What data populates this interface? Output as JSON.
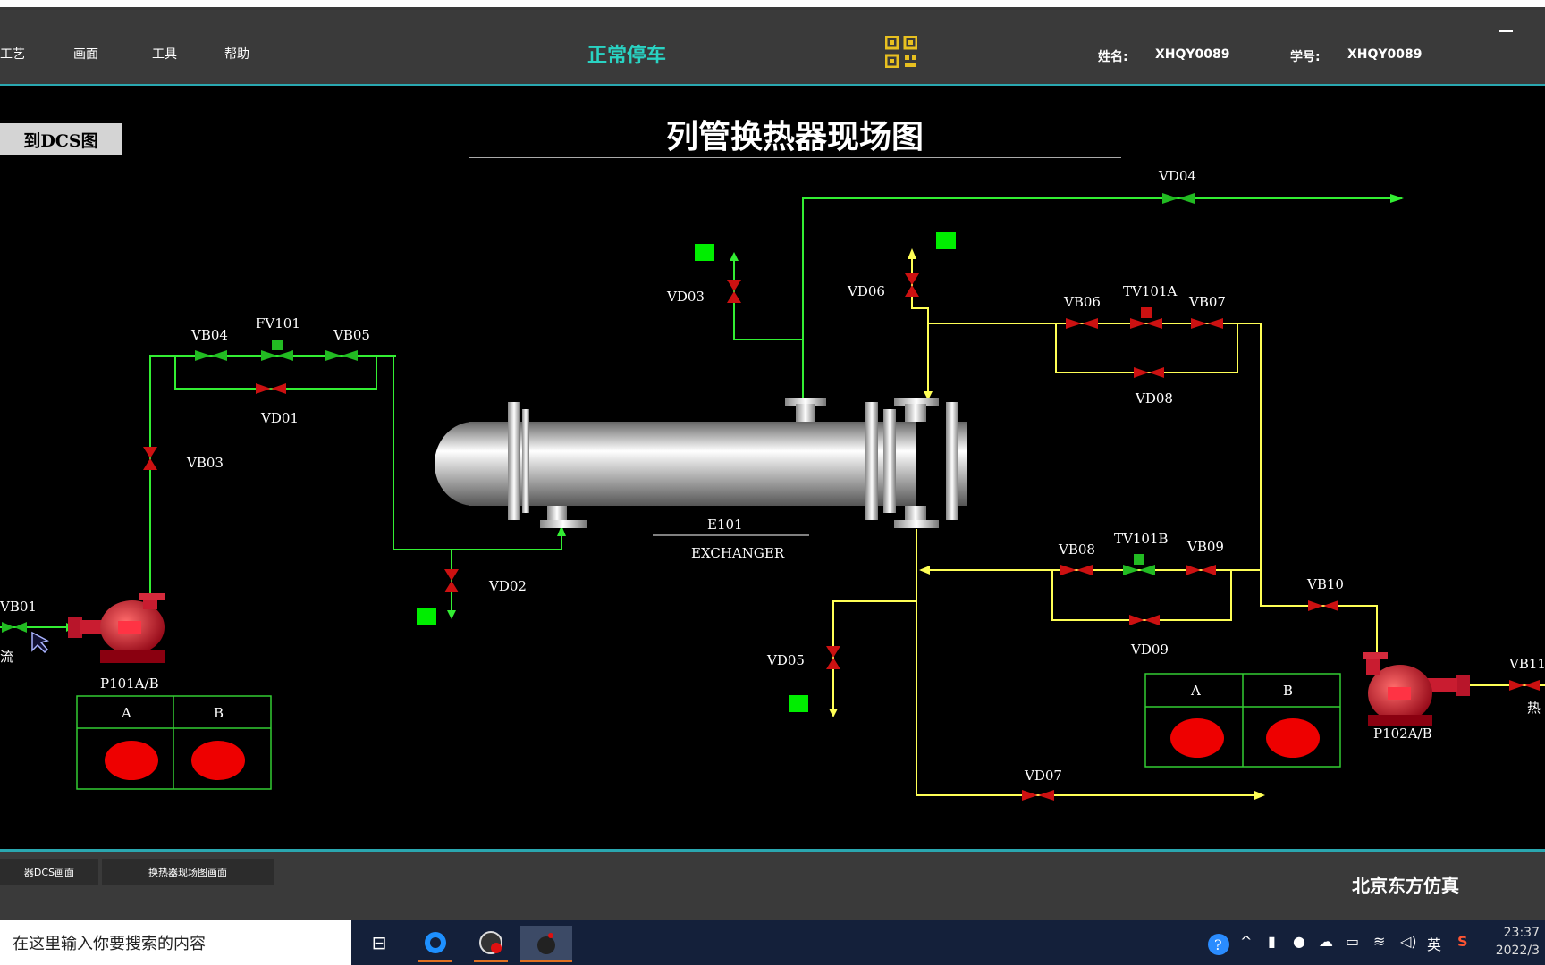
{
  "menu": [
    "工艺",
    "画面",
    "工具",
    "帮助"
  ],
  "status": "正常停车",
  "user": {
    "name_label": "姓名:",
    "name_value": "XHQY0089",
    "id_label": "学号:",
    "id_value": "XHQY0089"
  },
  "dcs_button": "到DCS图",
  "title": "列管换热器现场图",
  "equipment": {
    "exchanger_id": "E101",
    "exchanger_name": "EXCHANGER",
    "pump1": "P101A/B",
    "pump2": "P102A/B"
  },
  "valves": {
    "VB01": "VB01",
    "VB03": "VB03",
    "VB04": "VB04",
    "VB05": "VB05",
    "FV101": "FV101",
    "VD01": "VD01",
    "VD02": "VD02",
    "VD03": "VD03",
    "VD04": "VD04",
    "VD05": "VD05",
    "VD06": "VD06",
    "VD07": "VD07",
    "VB06": "VB06",
    "TV101A": "TV101A",
    "VB07": "VB07",
    "VD08": "VD08",
    "VB08": "VB08",
    "TV101B": "TV101B",
    "VB09": "VB09",
    "VD09": "VD09",
    "VB10": "VB10",
    "VB11": "VB11"
  },
  "side_labels": {
    "left": "流",
    "right": "热"
  },
  "pump_switch_labels": {
    "a": "A",
    "b": "B"
  },
  "tabs": [
    "器DCS画面",
    "换热器现场图画面"
  ],
  "brand": "北京东方仿真",
  "taskbar": {
    "search_placeholder": "在这里输入你要搜索的内容",
    "ime": "英",
    "time": "23:37",
    "date": "2022/3"
  },
  "colors": {
    "feed_line": "#33ee33",
    "hot_line": "#ffff55",
    "valve_closed": "#cc1111",
    "valve_open": "#22bb22",
    "indicator": "#00ee00",
    "accent": "#2aa7b0"
  }
}
